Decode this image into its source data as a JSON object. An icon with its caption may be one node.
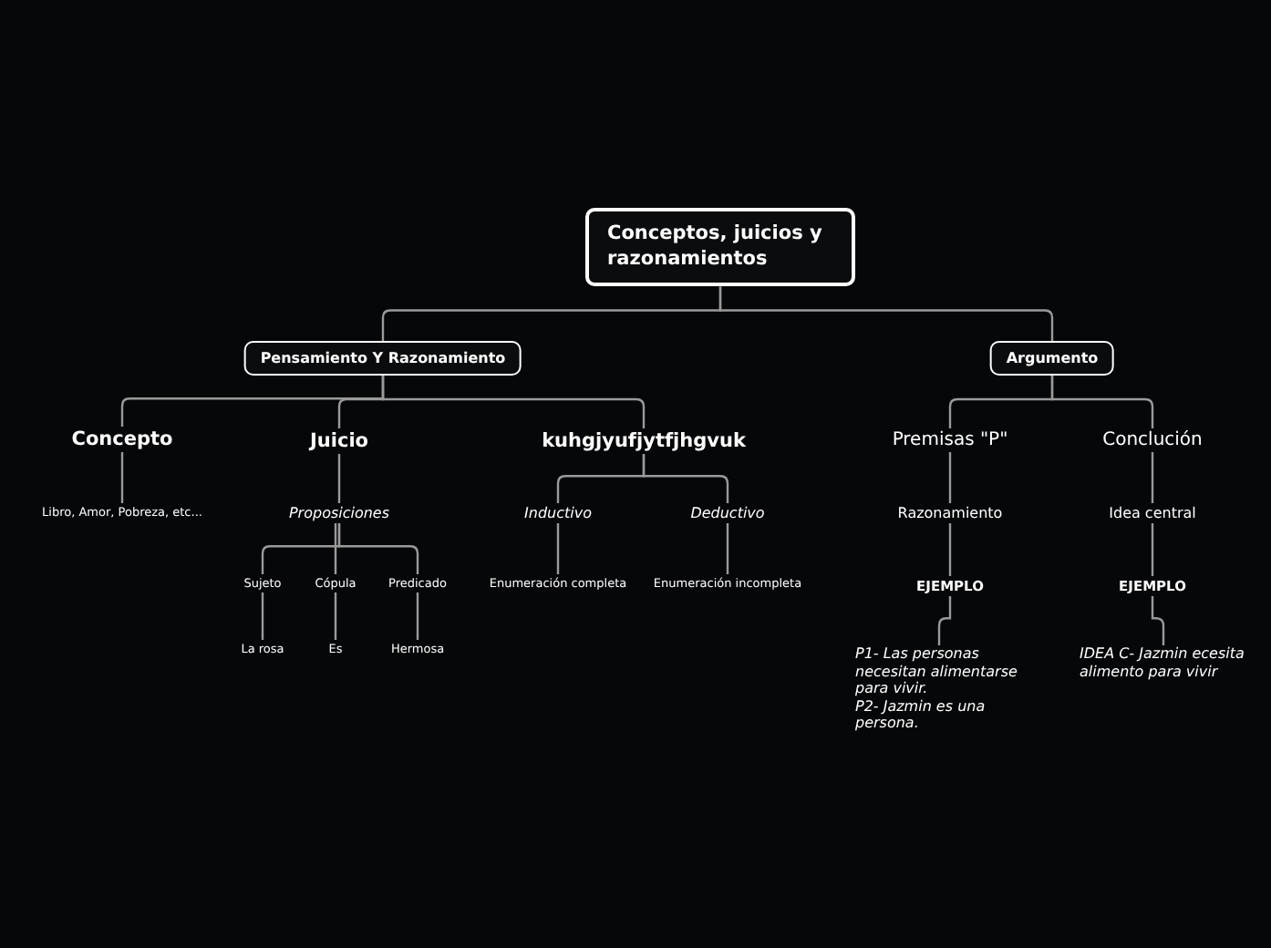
{
  "diagram": {
    "nodes": [
      {
        "text": [
          "Conceptos, juicios y razonamientos"
        ]
      },
      {
        "text": [
          "Pensamiento Y Razonamiento"
        ]
      },
      {
        "text": [
          "Argumento"
        ]
      },
      {
        "text": [
          "Concepto"
        ]
      },
      {
        "text": [
          "Juicio"
        ]
      },
      {
        "text": [
          "kuhgjyufjytfjhgvuk"
        ]
      },
      {
        "text": [
          "Libro, Amor, Pobreza, etc..."
        ]
      },
      {
        "text": [
          "Proposiciones"
        ]
      },
      {
        "text": [
          "Sujeto"
        ]
      },
      {
        "text": [
          "Cópula"
        ]
      },
      {
        "text": [
          "Predicado"
        ]
      },
      {
        "text": [
          "La rosa"
        ]
      },
      {
        "text": [
          "Es"
        ]
      },
      {
        "text": [
          "Hermosa"
        ]
      },
      {
        "text": [
          "Inductivo"
        ]
      },
      {
        "text": [
          "Deductivo"
        ]
      },
      {
        "text": [
          "Enumeración completa"
        ]
      },
      {
        "text": [
          "Enumeración incompleta"
        ]
      },
      {
        "text": [
          "Premisas \"P\""
        ]
      },
      {
        "text": [
          "Conclución"
        ]
      },
      {
        "text": [
          "Razonamiento"
        ]
      },
      {
        "text": [
          "Idea central"
        ]
      },
      {
        "text": [
          "EJEMPLO"
        ]
      },
      {
        "text": [
          "EJEMPLO"
        ]
      },
      {
        "text": [
          "P1- Las personas necesitan alimentarse para vivir.",
          "P2- Jazmin es una persona."
        ]
      },
      {
        "text": [
          "IDEA C- Jazmin ecesita alimento para vivir"
        ]
      }
    ],
    "edges": [
      {
        "from": 0,
        "to": 1,
        "arrow": "none"
      },
      {
        "from": 0,
        "to": 2,
        "arrow": "none"
      },
      {
        "from": 1,
        "to": 3,
        "arrow": "none"
      },
      {
        "from": 1,
        "to": 4,
        "arrow": "none"
      },
      {
        "from": 1,
        "to": 5,
        "arrow": "none"
      },
      {
        "from": 3,
        "to": 6,
        "arrow": "none"
      },
      {
        "from": 4,
        "to": 7,
        "arrow": "none"
      },
      {
        "from": 7,
        "to": 8,
        "arrow": "none"
      },
      {
        "from": 7,
        "to": 9,
        "arrow": "none"
      },
      {
        "from": 7,
        "to": 10,
        "arrow": "none"
      },
      {
        "from": 8,
        "to": 11,
        "arrow": "none"
      },
      {
        "from": 9,
        "to": 12,
        "arrow": "none"
      },
      {
        "from": 10,
        "to": 13,
        "arrow": "none"
      },
      {
        "from": 5,
        "to": 14,
        "arrow": "none"
      },
      {
        "from": 5,
        "to": 15,
        "arrow": "none"
      },
      {
        "from": 14,
        "to": 16,
        "arrow": "none"
      },
      {
        "from": 15,
        "to": 17,
        "arrow": "none"
      },
      {
        "from": 2,
        "to": 18,
        "arrow": "none"
      },
      {
        "from": 2,
        "to": 19,
        "arrow": "none"
      },
      {
        "from": 18,
        "to": 20,
        "arrow": "none"
      },
      {
        "from": 19,
        "to": 21,
        "arrow": "none"
      },
      {
        "from": 20,
        "to": 22,
        "arrow": "none"
      },
      {
        "from": 21,
        "to": 23,
        "arrow": "none"
      },
      {
        "from": 22,
        "to": 24,
        "arrow": "none"
      },
      {
        "from": 23,
        "to": 25,
        "arrow": "none"
      }
    ]
  }
}
